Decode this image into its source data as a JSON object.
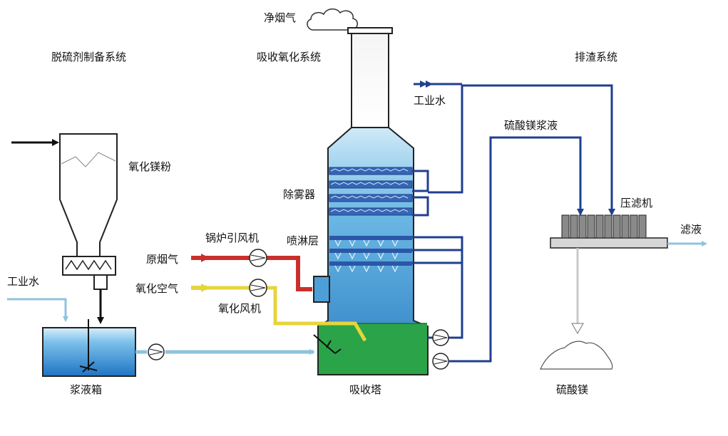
{
  "sections": {
    "desulfurizer_prep": "脱硫剂制备系统",
    "absorption_oxidation": "吸收氧化系统",
    "slag_discharge": "排渣系统"
  },
  "labels": {
    "clean_flue_gas": "净烟气",
    "mgo_powder": "氧化镁粉",
    "process_water_left": "工业水",
    "slurry_tank": "浆液箱",
    "demister": "除雾器",
    "spray_layer": "喷淋层",
    "boiler_id_fan": "锅炉引风机",
    "raw_flue_gas": "原烟气",
    "oxidation_air": "氧化空气",
    "oxidation_fan": "氧化风机",
    "absorption_tower": "吸收塔",
    "process_water_top": "工业水",
    "mgso4_slurry": "硫酸镁浆液",
    "filter_press": "压滤机",
    "filtrate": "滤液",
    "mgso4": "硫酸镁"
  },
  "colors": {
    "water_line": "#8fc3dc",
    "slurry_line": "#1f3f8f",
    "flue_gas_line": "#c9302c",
    "air_line": "#e6d53a",
    "tower_top": "#bfe2f4",
    "tower_bottom": "#2f86c9",
    "tower_liquid": "#2ba348"
  }
}
